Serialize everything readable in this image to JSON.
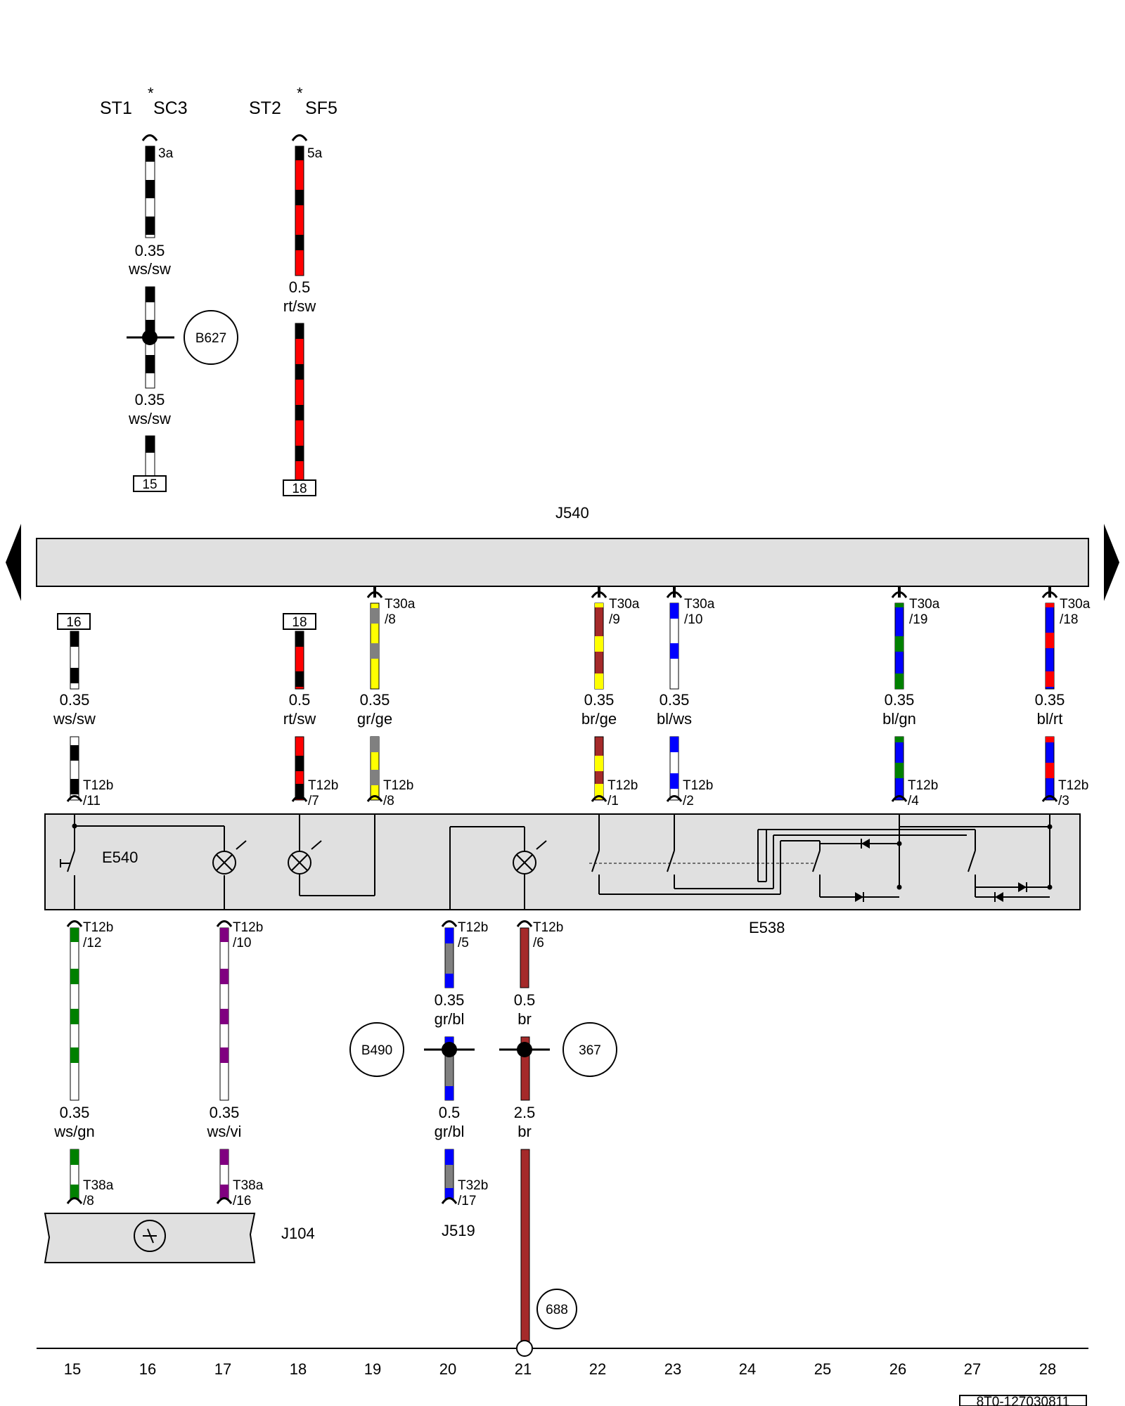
{
  "diagram": {
    "fuses": [
      {
        "left": "ST1",
        "right": "SC3",
        "pin": "3a"
      },
      {
        "left": "ST2",
        "right": "SF5",
        "pin": "5a"
      }
    ],
    "splice_refs": [
      "B627",
      "B490",
      "367",
      "688"
    ],
    "top_wires": [
      {
        "size": "0.35",
        "color": "ws/sw"
      },
      {
        "size": "0.35",
        "color": "ws/sw"
      },
      {
        "size": "0.5",
        "color": "rt/sw"
      }
    ],
    "refs_top": [
      "15",
      "18"
    ],
    "refs_mid": [
      "16",
      "18"
    ],
    "bus": {
      "label": "J540"
    },
    "mid_wires": [
      {
        "size": "0.35",
        "color": "ws/sw"
      },
      {
        "size": "0.5",
        "color": "rt/sw"
      },
      {
        "size": "0.35",
        "color": "gr/ge"
      },
      {
        "size": "0.35",
        "color": "br/ge"
      },
      {
        "size": "0.35",
        "color": "bl/ws"
      },
      {
        "size": "0.35",
        "color": "bl/gn"
      },
      {
        "size": "0.35",
        "color": "bl/rt"
      }
    ],
    "t30a": {
      "name": "T30a",
      "pins": [
        "/8",
        "/9",
        "/10",
        "/19",
        "/18"
      ]
    },
    "t12b": {
      "name": "T12b",
      "top_pins": [
        "/11",
        "/7",
        "/8",
        "/1",
        "/2",
        "/4",
        "/3"
      ],
      "bottom_pins": [
        "/12",
        "/10",
        "/5",
        "/6"
      ]
    },
    "components": {
      "e540": "E540",
      "e538": "E538",
      "j104": "J104",
      "j519": "J519"
    },
    "bottom_wires": [
      {
        "size": "0.35",
        "color": "gr/bl"
      },
      {
        "size": "0.5",
        "color": "br"
      },
      {
        "size": "0.35",
        "color": "ws/gn"
      },
      {
        "size": "0.35",
        "color": "ws/vi"
      },
      {
        "size": "0.5",
        "color": "gr/bl"
      },
      {
        "size": "2.5",
        "color": "br"
      }
    ],
    "t38a": {
      "name": "T38a",
      "pins": [
        "/8",
        "/16"
      ]
    },
    "t32b": {
      "name": "T32b",
      "pin": "/17"
    },
    "ground_axis": [
      "15",
      "16",
      "17",
      "18",
      "19",
      "20",
      "21",
      "22",
      "23",
      "24",
      "25",
      "26",
      "27",
      "28"
    ],
    "doc_id": "8T0-127030811",
    "colors": {
      "red": "#ff0000",
      "black": "#000000",
      "white": "#ffffff",
      "yellow": "#ffff00",
      "gray": "#808080",
      "brown": "#a52a2a",
      "blue": "#0000ff",
      "green": "#008000",
      "violet": "#800080",
      "panel": "#e0e0e0"
    }
  }
}
